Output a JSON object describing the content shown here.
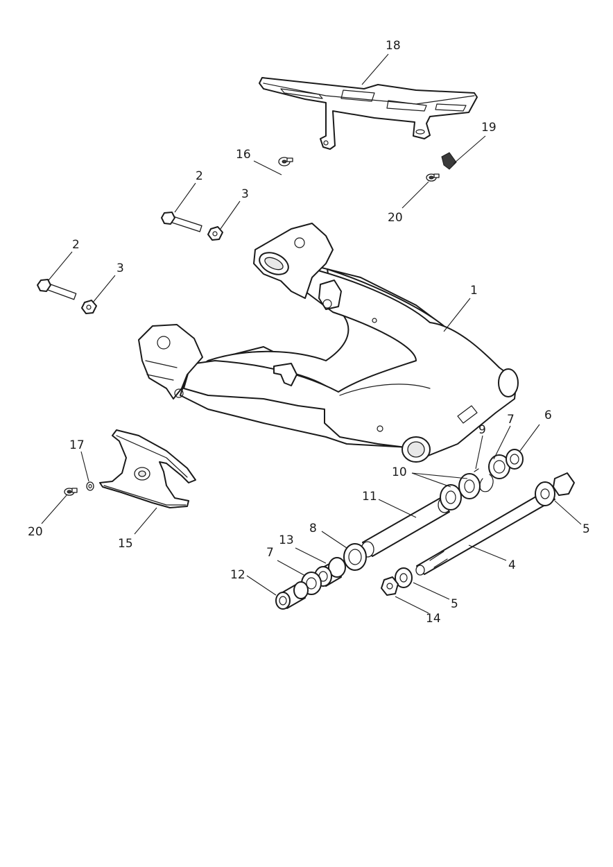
{
  "diagram": {
    "callouts": [
      {
        "id": "c1",
        "text": "1"
      },
      {
        "id": "c2a",
        "text": "2"
      },
      {
        "id": "c2b",
        "text": "2"
      },
      {
        "id": "c3a",
        "text": "3"
      },
      {
        "id": "c3b",
        "text": "3"
      },
      {
        "id": "c4",
        "text": "4"
      },
      {
        "id": "c5a",
        "text": "5"
      },
      {
        "id": "c5b",
        "text": "5"
      },
      {
        "id": "c6",
        "text": "6"
      },
      {
        "id": "c7a",
        "text": "7"
      },
      {
        "id": "c7b",
        "text": "7"
      },
      {
        "id": "c8",
        "text": "8"
      },
      {
        "id": "c9",
        "text": "9"
      },
      {
        "id": "c10",
        "text": "10"
      },
      {
        "id": "c11",
        "text": "11"
      },
      {
        "id": "c12",
        "text": "12"
      },
      {
        "id": "c13",
        "text": "13"
      },
      {
        "id": "c14",
        "text": "14"
      },
      {
        "id": "c15",
        "text": "15"
      },
      {
        "id": "c16",
        "text": "16"
      },
      {
        "id": "c17",
        "text": "17"
      },
      {
        "id": "c18",
        "text": "18"
      },
      {
        "id": "c19",
        "text": "19"
      },
      {
        "id": "c20a",
        "text": "20"
      },
      {
        "id": "c20b",
        "text": "20"
      }
    ]
  }
}
